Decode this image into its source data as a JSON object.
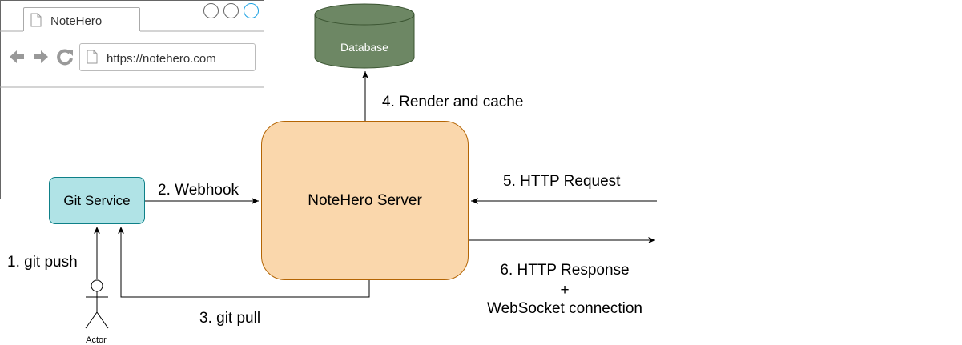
{
  "nodes": {
    "database": "Database",
    "git_service": "Git Service",
    "server": "NoteHero Server",
    "actor": "Actor"
  },
  "browser": {
    "tab_title": "NoteHero",
    "url": "https://notehero.com"
  },
  "edges": {
    "git_push": "1. git push",
    "webhook": "2. Webhook",
    "git_pull": "3. git pull",
    "render_cache": "4. Render and cache",
    "http_request": "5. HTTP Request",
    "http_response_l1": "6. HTTP Response",
    "http_response_l2": "+",
    "http_response_l3": "WebSocket connection"
  },
  "colors": {
    "database_fill": "#6d8764",
    "git_service_fill": "#b0e3e6",
    "server_fill": "#fad7ac",
    "accent_circle": "#1ba1e2"
  }
}
